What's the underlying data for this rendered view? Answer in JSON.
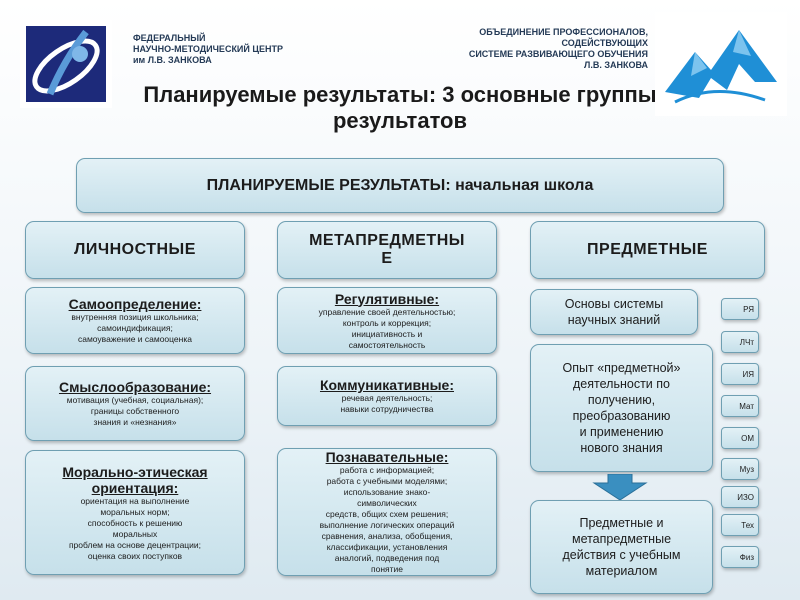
{
  "header": {
    "left_org": [
      "ФЕДЕРАЛЬНЫЙ",
      "НАУЧНО-МЕТОДИЧЕСКИЙ ЦЕНТР",
      "им Л.В. ЗАНКОВА"
    ],
    "right_org": [
      "ОБЪЕДИНЕНИЕ ПРОФЕССИОНАЛОВ,",
      "СОДЕЙСТВУЮЩИХ",
      "СИСТЕМЕ РАЗВИВАЮЩЕГО ОБУЧЕНИЯ",
      "Л.В. ЗАНКОВА"
    ]
  },
  "title": [
    "Планируемые результаты: 3 основные группы",
    "результатов"
  ],
  "top_box": "ПЛАНИРУЕМЫЕ РЕЗУЛЬТАТЫ: начальная школа",
  "categories": {
    "personal": "ЛИЧНОСТНЫЕ",
    "meta": [
      "МЕТАПРЕДМЕТНЫ",
      "Е"
    ],
    "subject": "ПРЕДМЕТНЫЕ"
  },
  "personal": [
    {
      "head": "Самоопределение:",
      "lines": [
        "внутренняя позиция школьника;",
        "самоиндификация;",
        "самоуважение и самооценка"
      ]
    },
    {
      "head": "Смыслообразование:",
      "lines": [
        "мотивация (учебная, социальная);",
        "границы собственного",
        "знания и «незнания»"
      ]
    },
    {
      "head": "Морально-этическая",
      "head2": "ориентация:",
      "lines": [
        "ориентация на выполнение",
        "моральных норм;",
        "способность к решению",
        "моральных",
        "проблем на основе децентрации;",
        "оценка своих поступков"
      ]
    }
  ],
  "meta": [
    {
      "head": "Регулятивные:",
      "lines": [
        "управление своей деятельностью;",
        "контроль и коррекция;",
        "инициативность и",
        "самостоятельность"
      ]
    },
    {
      "head": "Коммуникативные:",
      "lines": [
        "речевая деятельность;",
        "навыки сотрудничества"
      ]
    },
    {
      "head": "Познавательные:",
      "lines": [
        "работа с информацией;",
        "работа с учебными моделями;",
        "использование знако-",
        "символических",
        "средств, общих схем решения;",
        "выполнение логических операций",
        "сравнения, анализа, обобщения,",
        "классификации, установления",
        "аналогий, подведения под",
        "понятие"
      ]
    }
  ],
  "subject": {
    "box1": [
      "Основы системы",
      "научных знаний"
    ],
    "box2": [
      "Опыт «предметной»",
      "деятельности по",
      "получению,",
      "преобразованию",
      "и применению",
      "нового знания"
    ],
    "box3": [
      "Предметные и",
      "метапредметные",
      "действия с учебным",
      "материалом"
    ]
  },
  "subjects_list": [
    "РЯ",
    "ЛЧт",
    "ИЯ",
    "Мат",
    "ОМ",
    "Муз",
    "ИЗО",
    "Тех",
    "Физ"
  ],
  "colors": {
    "box_fill": "#c6e0ea",
    "box_border": "#6f9fb2",
    "arrow": "#3a8fc0",
    "logo_blue": "#2a6fc0"
  },
  "icons": {
    "left_logo": "zankov-center-logo",
    "right_logo": "mountain-logo",
    "arrow": "down-arrow-icon"
  }
}
